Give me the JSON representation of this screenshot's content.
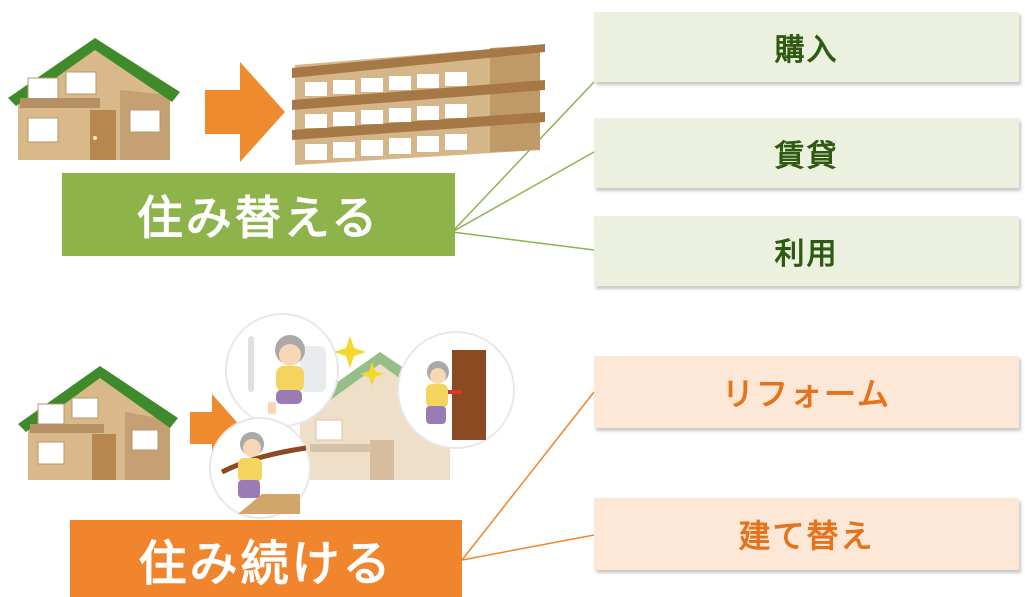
{
  "top": {
    "main_label": "住み替える",
    "options": [
      "購入",
      "賃貸",
      "利用"
    ]
  },
  "bottom": {
    "main_label": "住み続ける",
    "options": [
      "リフォーム",
      "建て替え"
    ]
  },
  "colors": {
    "green": "#8db34a",
    "orange": "#f0852d",
    "green_box": "#ebf1de",
    "orange_box": "#fde8d8",
    "roof": "#3f8a2a"
  }
}
